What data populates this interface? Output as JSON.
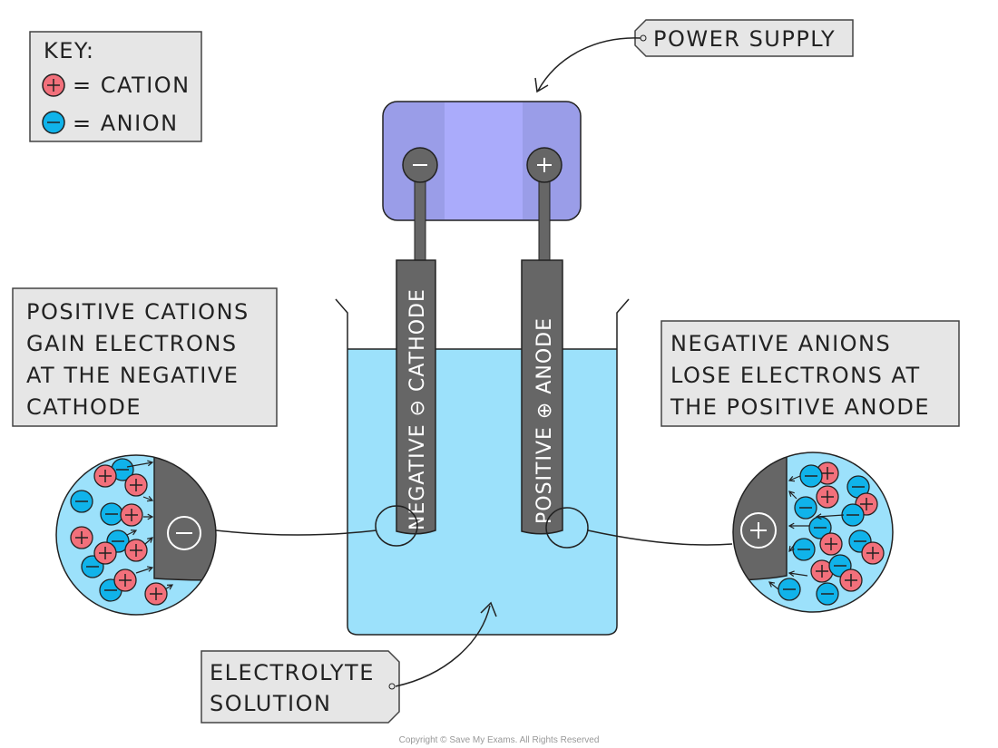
{
  "key": {
    "title": "KEY:",
    "cation_label": "= CATION",
    "anion_label": "= ANION"
  },
  "labels": {
    "power_supply": "POWER SUPPLY",
    "cathode_note": [
      "POSITIVE CATIONS",
      "GAIN ELECTRONS",
      "AT THE NEGATIVE",
      "CATHODE"
    ],
    "anode_note": [
      "NEGATIVE ANIONS",
      "LOSE ELECTRONS AT",
      "THE POSITIVE ANODE"
    ],
    "electrolyte": [
      "ELECTROLYTE",
      "SOLUTION"
    ],
    "cathode_electrode": "NEGATIVE ⊖ CATHODE",
    "anode_electrode": "POSITIVE ⊕ ANODE"
  },
  "copyright": "Copyright © Save My Exams. All Rights Reserved",
  "colors": {
    "cation": "#f2707b",
    "anion": "#10b3ea",
    "electrolyte": "#9ce1fb",
    "electrode": "#666666",
    "power_supply": "#9a9de8",
    "power_supply_center": "#aaabfb",
    "label_box": "#e6e6e6"
  }
}
